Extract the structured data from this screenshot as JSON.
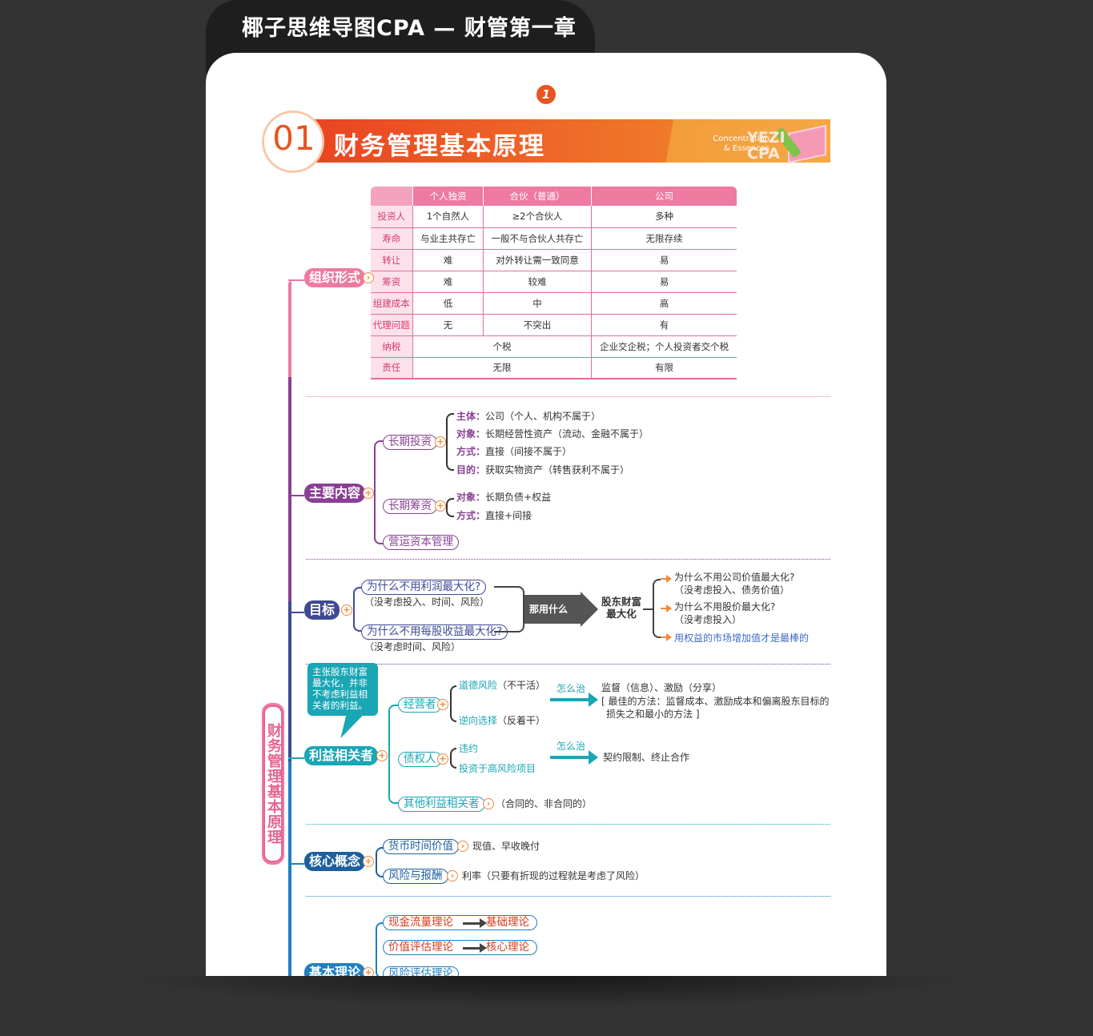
{
  "header": {
    "title": "椰子思维导图CPA — 财管第一章"
  },
  "page_number": "1",
  "banner": {
    "number": "01",
    "title": "财务管理基本原理",
    "brand_line1": "Concentration",
    "brand_line2": "& Essences",
    "brand_big1": "YEZI",
    "brand_big2": "CPA"
  },
  "vertical_title": "财务管理基本原理",
  "org_table": {
    "headers": [
      "",
      "个人独资",
      "合伙（普通）",
      "公司"
    ],
    "rows": [
      [
        "投资人",
        "1个自然人",
        "≥2个合伙人",
        "多种"
      ],
      [
        "寿命",
        "与业主共存亡",
        "一般不与合伙人共存亡",
        "无限存续"
      ],
      [
        "转让",
        "难",
        "对外转让需一致同意",
        "易"
      ],
      [
        "筹资",
        "难",
        "较难",
        "易"
      ],
      [
        "组建成本",
        "低",
        "中",
        "高"
      ],
      [
        "代理问题",
        "无",
        "不突出",
        "有"
      ],
      [
        "纳税",
        "个税",
        "企业交企税；个人投资者交个税"
      ],
      [
        "责任",
        "无限",
        "有限"
      ]
    ]
  },
  "nodes": {
    "org_form": "组织形式",
    "main_content": "主要内容",
    "goal": "目标",
    "stakeholders": "利益相关者",
    "core_concepts": "核心概念",
    "basic_theory": "基本理论"
  },
  "main_content": {
    "long_invest": "长期投资",
    "invest_items": [
      {
        "label": "主体：",
        "text": "公司（个人、机构不属于）"
      },
      {
        "label": "对象：",
        "text": "长期经营性资产（流动、金融不属于）"
      },
      {
        "label": "方式：",
        "text": "直接（间接不属于）"
      },
      {
        "label": "目的：",
        "text": "获取实物资产（转售获利不属于）"
      }
    ],
    "long_finance": "长期筹资",
    "finance_items": [
      {
        "label": "对象：",
        "text": "长期负债+权益"
      },
      {
        "label": "方式：",
        "text": "直接+间接"
      }
    ],
    "working_capital": "营运资本管理"
  },
  "goal": {
    "q1": "为什么不用利润最大化?",
    "q1_note": "（没考虑投入、时间、风险）",
    "q2": "为什么不用每股收益最大化?",
    "q2_note": "（没考虑时间、风险）",
    "then_what": "那用什么呢?",
    "answer_line1": "股东财富",
    "answer_line2": "最大化",
    "r1": "为什么不用公司价值最大化?",
    "r1_note": "（没考虑投入、债务价值）",
    "r2": "为什么不用股价最大化?",
    "r2_note": "（没考虑投入）",
    "r3": "用权益的市场增加值才是最棒的"
  },
  "stakeholders": {
    "callout": "主张股东财富最大化，并非不考虑利益相关者的利益。",
    "manager": "经营者",
    "moral_hazard": "道德风险",
    "moral_note": "（不干活）",
    "adverse": "逆向选择",
    "adverse_note": "（反着干）",
    "how_fix": "怎么治",
    "manager_fix": "监督（信息）、激励（分享）",
    "manager_fix_note1": "[ 最佳的方法：监督成本、激励成本和偏离股东目标的",
    "manager_fix_note2": "损失之和最小的方法 ]",
    "creditor": "债权人",
    "breach": "违约",
    "risky": "投资于高风险项目",
    "creditor_fix": "契约限制、终止合作",
    "others": "其他利益相关者",
    "others_note": "（合同的、非合同的）"
  },
  "core_concepts": {
    "tvm": "货币时间价值",
    "tvm_note": "现值、早收晚付",
    "risk": "风险与报酬",
    "risk_note": "利率（只要有折现的过程就是考虑了风险）"
  },
  "basic_theory": {
    "cash_flow": "现金流量理论",
    "cash_flow_role": "基础理论",
    "valuation": "价值评估理论",
    "valuation_role": "核心理论",
    "risk_eval": "风险评估理论"
  },
  "colors": {
    "accent_orange": "#e8541e",
    "pink": "#ee7aa0",
    "purple": "#8a3f95",
    "navy": "#3e4a94",
    "teal": "#19a6b5",
    "blue": "#1e7fc2"
  }
}
